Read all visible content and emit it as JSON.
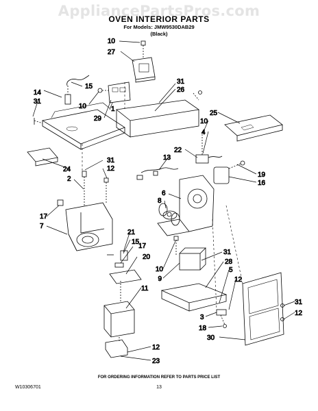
{
  "watermark": "AppliancePartsPros.com",
  "title": "OVEN INTERIOR PARTS",
  "models_line": "For Models: JMW9530DAB29",
  "color_line": "(Black)",
  "callouts": {
    "c01": "10",
    "c02": "27",
    "c03": "15",
    "c04": "14",
    "c05": "31",
    "c06": "10",
    "c07": "1",
    "c08": "29",
    "c09": "31",
    "c10": "26",
    "c11": "25",
    "c12": "10",
    "c13": "4",
    "c14": "22",
    "c15": "13",
    "c16": "24",
    "c17": "31",
    "c18": "12",
    "c19": "2",
    "c20": "19",
    "c21": "16",
    "c22": "6",
    "c23": "8",
    "c24": "17",
    "c25": "7",
    "c26": "21",
    "c27": "15",
    "c28": "17",
    "c29": "20",
    "c30": "10",
    "c31": "9",
    "c32": "11",
    "c33": "31",
    "c34": "28",
    "c35": "5",
    "c36": "12",
    "c37": "3",
    "c38": "18",
    "c39": "30",
    "c40": "31",
    "c41": "12",
    "c42": "12",
    "c43": "23"
  },
  "footer": "FOR ORDERING INFORMATION REFER TO PARTS PRICE LIST",
  "doc_number": "W10306701",
  "page_number": "13"
}
